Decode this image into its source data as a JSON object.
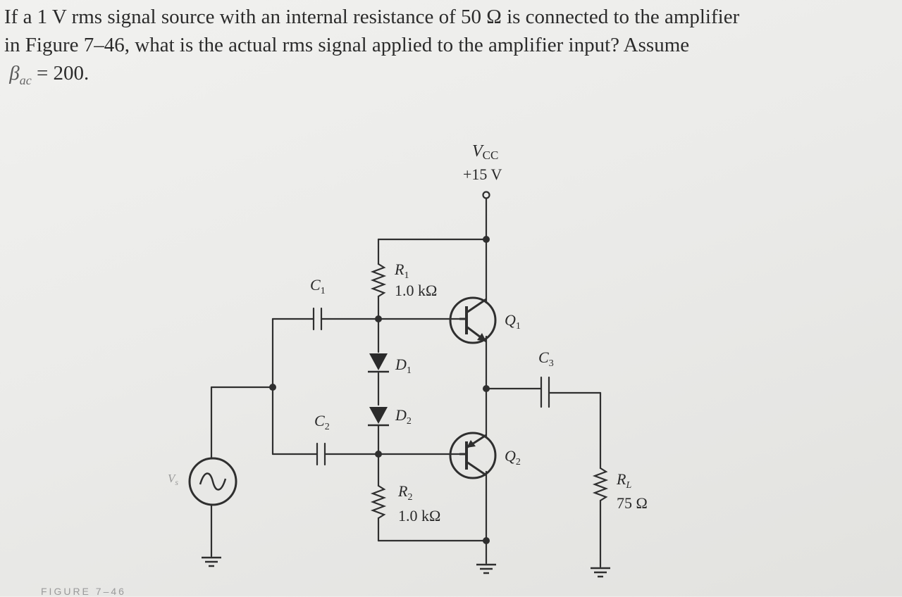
{
  "problem": {
    "line1": "If a 1 V rms signal source with an internal resistance of 50 Ω is connected to the amplifier",
    "line2": "in Figure 7–46, what is the actual rms signal applied to the amplifier input? Assume",
    "beta_symbol": "β",
    "beta_sub": "ac",
    "beta_value": "= 200."
  },
  "circuit": {
    "vcc_label": "V",
    "vcc_sub": "CC",
    "vcc_value": "+15 V",
    "r1_label": "R",
    "r1_sub": "1",
    "r1_value": "1.0 kΩ",
    "c1_label": "C",
    "c1_sub": "1",
    "c2_label": "C",
    "c2_sub": "2",
    "c3_label": "C",
    "c3_sub": "3",
    "d1_label": "D",
    "d1_sub": "1",
    "d2_label": "D",
    "d2_sub": "2",
    "q1_label": "Q",
    "q1_sub": "1",
    "q2_label": "Q",
    "q2_sub": "2",
    "r2_label": "R",
    "r2_sub": "2",
    "r2_value": "1.0 kΩ",
    "rl_label": "R",
    "rl_sub": "L",
    "rl_value": "75 Ω",
    "vs_label": "V",
    "vs_sub": "s"
  },
  "caption": "FIGURE 7–46"
}
